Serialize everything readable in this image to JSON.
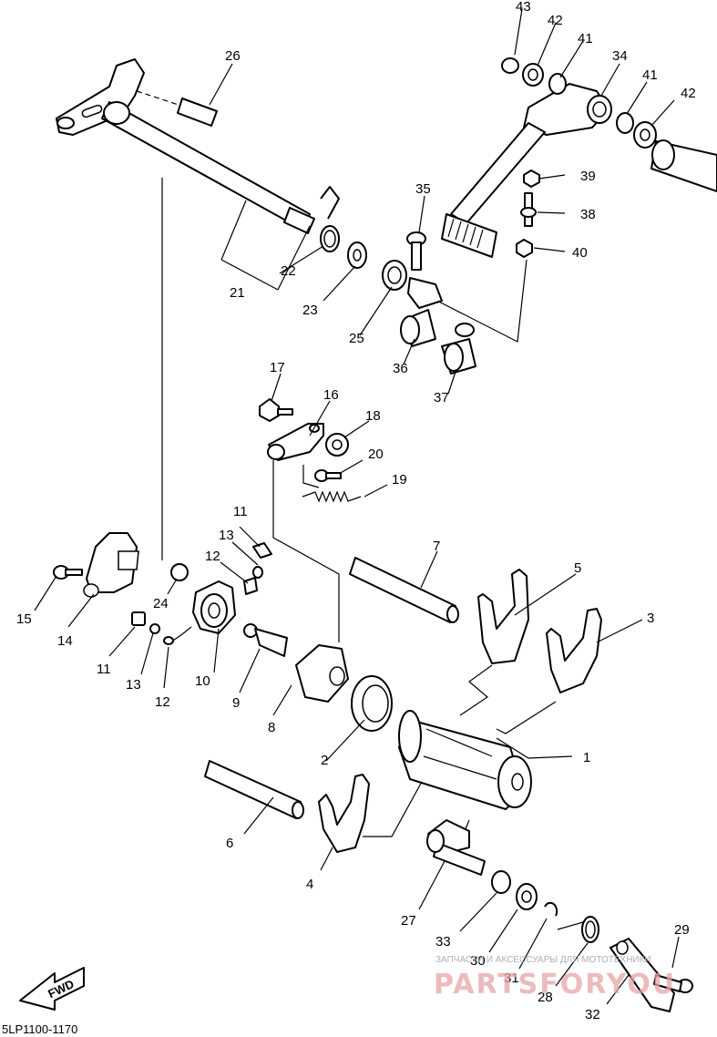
{
  "diagram_code": "5LP1100-1170",
  "fwd_label": "FWD",
  "watermark": {
    "top": "ЗАПЧАСТИ И АКСЕССУАРЫ ДЛЯ МОТОТЕХНИКИ",
    "brand": "PARTSFORYOU"
  },
  "callouts": {
    "c1": "1",
    "c2": "2",
    "c3": "3",
    "c4": "4",
    "c5": "5",
    "c6": "6",
    "c7": "7",
    "c8": "8",
    "c9": "9",
    "c10": "10",
    "c11a": "11",
    "c11b": "11",
    "c12a": "12",
    "c12b": "12",
    "c13a": "13",
    "c13b": "13",
    "c14": "14",
    "c15": "15",
    "c16": "16",
    "c17": "17",
    "c18": "18",
    "c19": "19",
    "c20": "20",
    "c21": "21",
    "c22": "22",
    "c23": "23",
    "c24": "24",
    "c25": "25",
    "c26": "26",
    "c27": "27",
    "c28": "28",
    "c29": "29",
    "c30": "30",
    "c31": "31",
    "c32": "32",
    "c33": "33",
    "c34": "34",
    "c35": "35",
    "c36": "36",
    "c37": "37",
    "c38": "38",
    "c39": "39",
    "c40": "40",
    "c41a": "41",
    "c41b": "41",
    "c42a": "42",
    "c42b": "42",
    "c43": "43"
  }
}
